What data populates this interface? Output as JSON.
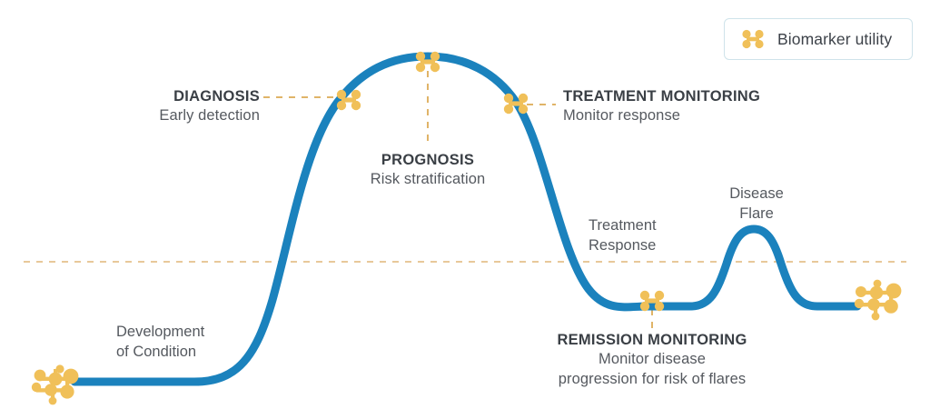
{
  "legend": {
    "icon": "biomarker-cluster-icon",
    "label": "Biomarker utility"
  },
  "colors": {
    "curve_blue": "#1b82bd",
    "biomarker_amber": "#f0c059",
    "baseline_dashed": "#e8c89a",
    "connector_dashed": "#e0b468",
    "text_dark": "#3a3f45",
    "text_body": "#55595f",
    "legend_border": "#cfe3ea"
  },
  "chart_data": {
    "type": "line",
    "title": "",
    "xlabel": "",
    "ylabel": "Biomarker utility",
    "grid": false,
    "legend_position": "top-right",
    "baseline_label": "",
    "series": [
      {
        "name": "Biomarker utility",
        "x": [
          0,
          10,
          22,
          30,
          38,
          47,
          55,
          62,
          68,
          74,
          80,
          86,
          92,
          100
        ],
        "y": [
          5,
          5,
          8,
          45,
          85,
          97,
          100,
          88,
          45,
          10,
          10,
          38,
          10,
          10
        ]
      }
    ],
    "markers": [
      {
        "name": "diagnosis-marker",
        "x": 38,
        "y": 85
      },
      {
        "name": "prognosis-marker",
        "x": 47,
        "y": 100
      },
      {
        "name": "treatment-monitoring-marker",
        "x": 55,
        "y": 88
      },
      {
        "name": "remission-monitoring-marker",
        "x": 70,
        "y": 10
      }
    ],
    "endpoint_clusters": [
      {
        "name": "start-biomarker-cluster",
        "x": 3,
        "y": 5
      },
      {
        "name": "end-biomarker-cluster",
        "x": 97,
        "y": 10
      }
    ]
  },
  "annotations": {
    "diagnosis": {
      "title": "DIAGNOSIS",
      "subtitle": "Early detection"
    },
    "prognosis": {
      "title": "PROGNOSIS",
      "subtitle": "Risk stratification"
    },
    "treatment_monitoring": {
      "title": "TREATMENT MONITORING",
      "subtitle": "Monitor response"
    },
    "remission_monitoring": {
      "title": "REMISSION MONITORING",
      "subtitle_line1": "Monitor disease",
      "subtitle_line2": "progression for risk of flares"
    },
    "development": {
      "line1": "Development",
      "line2": "of Condition"
    },
    "treatment_response": {
      "line1": "Treatment",
      "line2": "Response"
    },
    "disease_flare": {
      "line1": "Disease",
      "line2": "Flare"
    }
  }
}
